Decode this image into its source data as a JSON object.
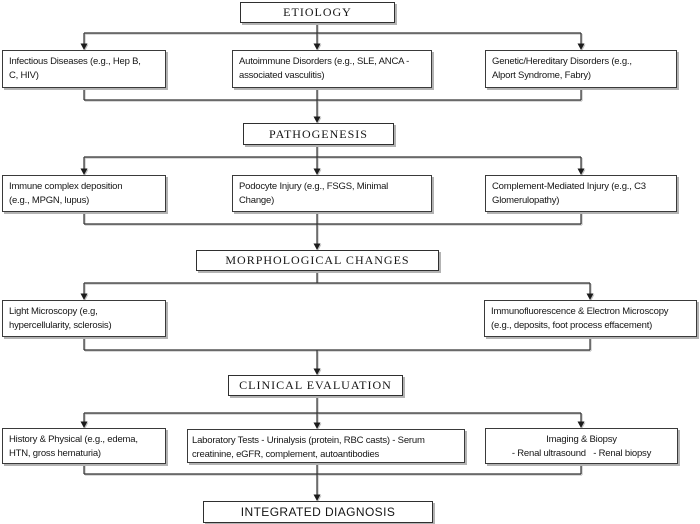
{
  "colors": {
    "background": "#ffffff",
    "box_border": "#3a3a3a",
    "box_shadow": "#b3b3b3",
    "connector_line": "#343434",
    "text": "#151515"
  },
  "nodes": {
    "etiology": {
      "label": "ETIOLOGY"
    },
    "infectious": {
      "label": "Infectious Diseases (e.g., Hep B,\nC, HIV)"
    },
    "autoimmune": {
      "label": "Autoimmune Disorders (e.g., SLE, ANCA -\nassociated vasculitis)"
    },
    "genetic": {
      "label": "Genetic/Hereditary Disorders (e.g.,\nAlport Syndrome, Fabry)"
    },
    "pathogenesis": {
      "label": "PATHOGENESIS"
    },
    "immune_complex": {
      "label": "Immune complex deposition\n(e.g., MPGN, lupus)"
    },
    "podocyte": {
      "label": "Podocyte Injury (e.g., FSGS, Minimal\nChange)"
    },
    "complement": {
      "label": "Complement-Mediated Injury (e.g., C3\nGlomerulopathy)"
    },
    "morphological": {
      "label": "MORPHOLOGICAL CHANGES"
    },
    "light_microscopy": {
      "label": "Light Microscopy (e.g,\nhypercellularity, sclerosis)"
    },
    "if_em": {
      "label": "Immunofluorescence & Electron Microscopy\n(e.g., deposits, foot process effacement)"
    },
    "clinical": {
      "label": "CLINICAL EVALUATION"
    },
    "history": {
      "label": "History & Physical (e.g., edema,\nHTN, gross hematuria)"
    },
    "labs": {
      "label": "Laboratory Tests - Urinalysis (protein, RBC casts) - Serum\ncreatinine, eGFR, complement, autoantibodies"
    },
    "imaging": {
      "label": "Imaging & Biopsy\n- Renal ultrasound   - Renal biopsy"
    },
    "integrated": {
      "label": "INTEGRATED DIAGNOSIS"
    }
  },
  "edges": [
    {
      "from": "etiology",
      "to": [
        "infectious",
        "autoimmune",
        "genetic"
      ]
    },
    {
      "from": [
        "infectious",
        "autoimmune",
        "genetic"
      ],
      "to": "pathogenesis"
    },
    {
      "from": "pathogenesis",
      "to": [
        "immune_complex",
        "podocyte",
        "complement"
      ]
    },
    {
      "from": [
        "immune_complex",
        "podocyte",
        "complement"
      ],
      "to": "morphological"
    },
    {
      "from": "morphological",
      "to": [
        "light_microscopy",
        "if_em"
      ]
    },
    {
      "from": [
        "light_microscopy",
        "if_em"
      ],
      "to": "clinical"
    },
    {
      "from": "clinical",
      "to": [
        "history",
        "labs",
        "imaging"
      ]
    },
    {
      "from": [
        "history",
        "labs",
        "imaging"
      ],
      "to": "integrated"
    }
  ]
}
